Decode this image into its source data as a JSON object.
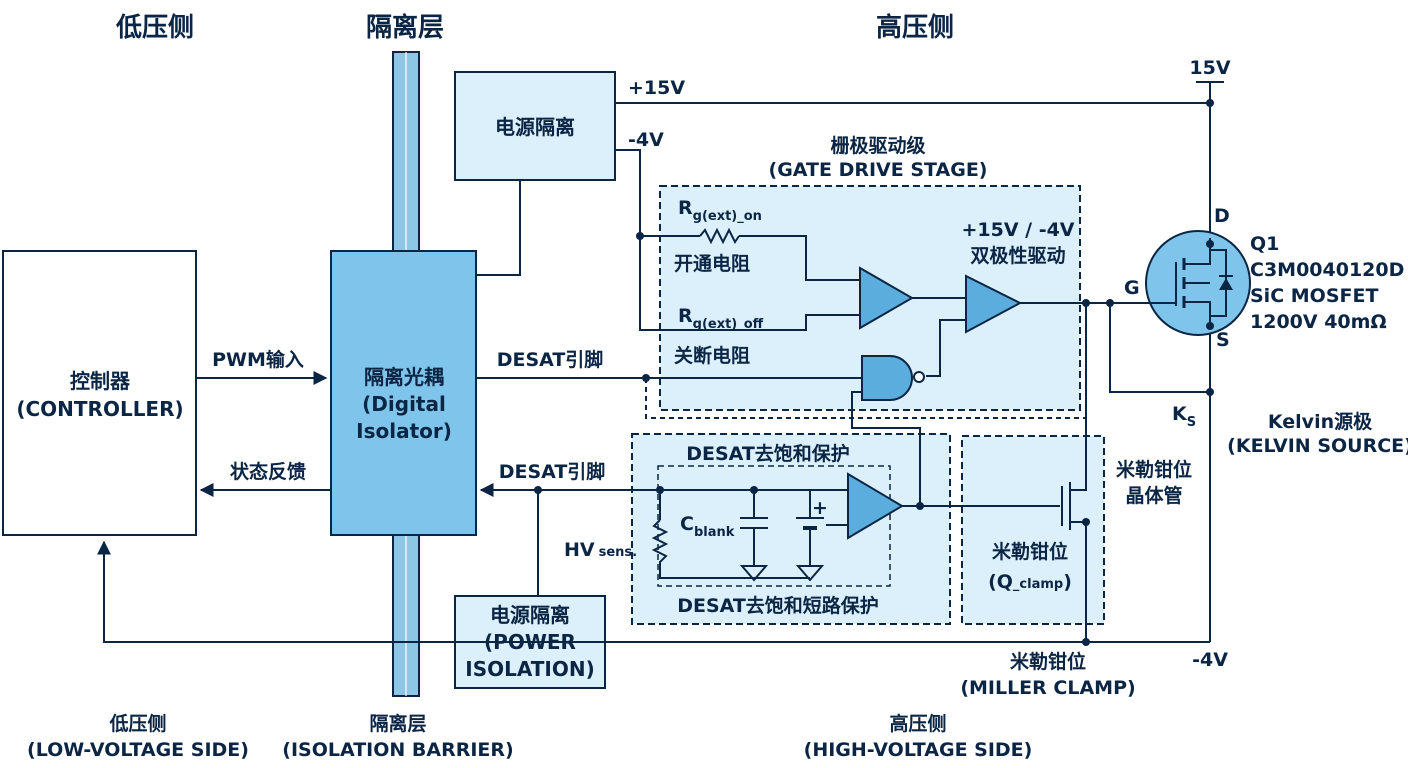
{
  "headers": {
    "low_side": "低压侧",
    "barrier": "隔离层",
    "high_side": "高压侧"
  },
  "footers": {
    "low_side": "低压侧",
    "low_side_en": "(LOW-VOLTAGE SIDE)",
    "barrier": "隔离层",
    "barrier_en": "(ISOLATION BARRIER)",
    "high_side": "高压侧",
    "high_side_en": "(HIGH-VOLTAGE SIDE)"
  },
  "controller": {
    "line1": "控制器",
    "line2": "(CONTROLLER)"
  },
  "isolator": {
    "line1": "隔离光耦",
    "line2": "(Digital",
    "line3": "Isolator)"
  },
  "power_iso_top": {
    "label": "电源隔离"
  },
  "power_iso_bottom": {
    "line1": "电源隔离",
    "line2": "(POWER",
    "line3": "ISOLATION)"
  },
  "signals": {
    "pwm_in": "PWM输入",
    "status_fb": "状态反馈",
    "desat_pin_top": "DESAT引脚",
    "desat_pin_bottom": "DESAT引脚",
    "plus15v": "+15V",
    "minus4v_top": "-4V",
    "rail_15v": "15V",
    "minus4v_bottom": "-4V"
  },
  "gate_stage": {
    "title1": "栅极驱动级",
    "title2": "(GATE DRIVE STAGE)",
    "rg_on_main": "R",
    "rg_on_sub": "g(ext)_on",
    "rg_on_cn": "开通电阻",
    "rg_off_main": "R",
    "rg_off_sub": "g(ext)_off",
    "rg_off_cn": "关断电阻",
    "bipolar1": "+15V / -4V",
    "bipolar2": "双极性驱动"
  },
  "desat": {
    "title": "DESAT去饱和保护",
    "footer": "DESAT去饱和短路保护",
    "cblank_main": "C",
    "cblank_sub": "blank",
    "hv_main": "HV",
    "hv_sub": "sens.",
    "plus": "+"
  },
  "miller": {
    "inner1": "米勒钳位",
    "inner2": "(Q",
    "inner2_sub": "_clamp",
    "inner2_end": ")",
    "transistor1": "米勒钳位",
    "transistor2": "晶体管",
    "bottom1": "米勒钳位",
    "bottom2": "(MILLER CLAMP)"
  },
  "mosfet": {
    "pin_d": "D",
    "pin_g": "G",
    "pin_s": "S",
    "name": "Q1",
    "part": "C3M0040120D",
    "type": "SiC MOSFET",
    "rating": "1200V 40mΩ",
    "ks_main": "K",
    "ks_sub": "S",
    "kelvin1": "Kelvin源极",
    "kelvin2": "(KELVIN SOURCE)"
  },
  "colors": {
    "dark": "#0b2545",
    "fill_light": "#dcf0fb",
    "fill_mid": "#7fc4ea",
    "fill_dark": "#5aaddc",
    "barrier": "#8cc7e6"
  }
}
